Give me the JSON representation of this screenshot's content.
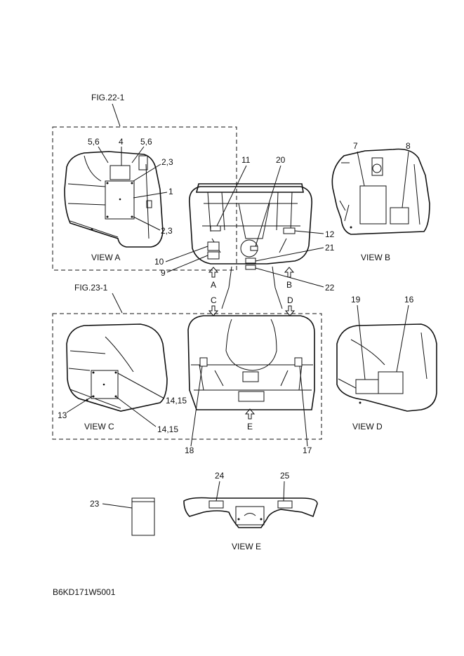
{
  "figure_refs": {
    "fig22": "FIG.22-1",
    "fig23": "FIG.23-1"
  },
  "views": {
    "a": "VIEW A",
    "b": "VIEW B",
    "c": "VIEW C",
    "d": "VIEW D",
    "e": "VIEW E"
  },
  "arrows": {
    "a": "A",
    "b": "B",
    "c": "C",
    "d": "D",
    "e": "E"
  },
  "callouts": {
    "c1": "1",
    "c23a": "2,3",
    "c23b": "2,3",
    "c4": "4",
    "c56a": "5,6",
    "c56b": "5,6",
    "c7": "7",
    "c8": "8",
    "c9": "9",
    "c10": "10",
    "c11": "11",
    "c12": "12",
    "c13": "13",
    "c1415a": "14,15",
    "c1415b": "14,15",
    "c16": "16",
    "c17": "17",
    "c18": "18",
    "c19": "19",
    "c20": "20",
    "c21": "21",
    "c22": "22",
    "c23": "23",
    "c24": "24",
    "c25": "25"
  },
  "drawing_code": "B6KD171W5001"
}
